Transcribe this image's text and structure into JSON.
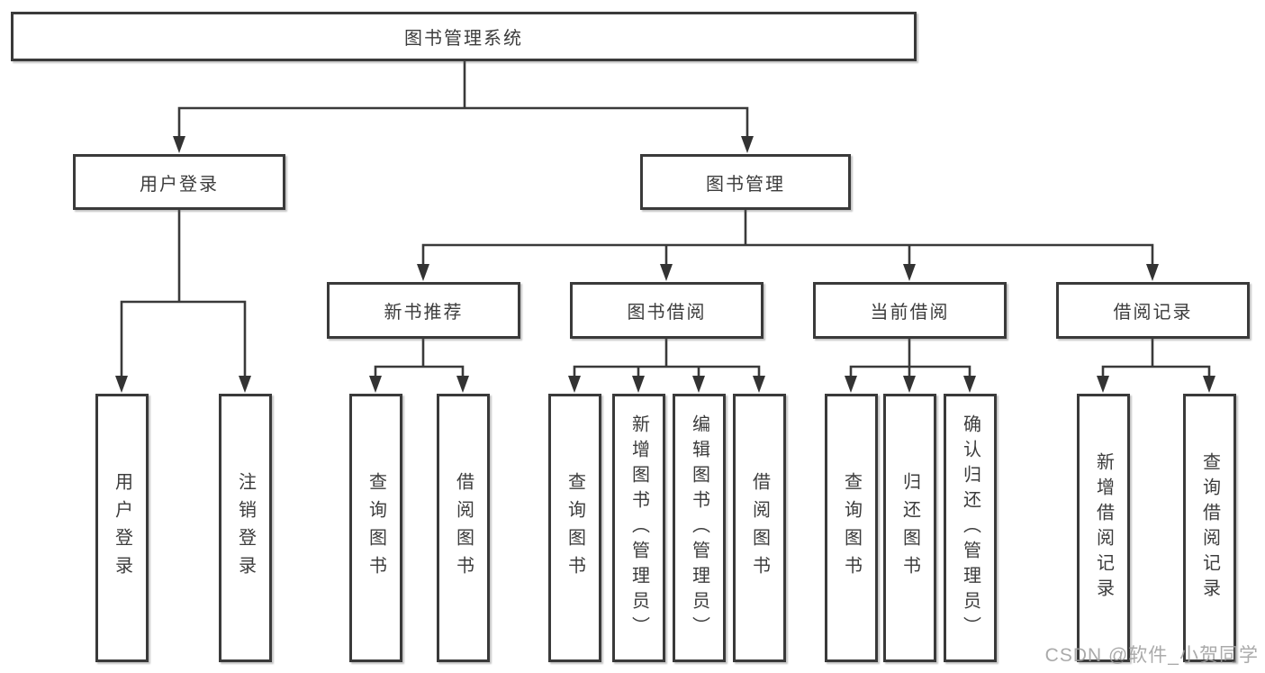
{
  "tree": {
    "root": {
      "label": "图书管理系统",
      "children": [
        {
          "label": "用户登录",
          "children": [
            {
              "label": "用户登录"
            },
            {
              "label": "注销登录"
            }
          ]
        },
        {
          "label": "图书管理",
          "children": [
            {
              "label": "新书推荐",
              "children": [
                {
                  "label": "查询图书"
                },
                {
                  "label": "借阅图书"
                }
              ]
            },
            {
              "label": "图书借阅",
              "children": [
                {
                  "label": "查询图书"
                },
                {
                  "label": "新增图书（管理员）"
                },
                {
                  "label": "编辑图书（管理员）"
                },
                {
                  "label": "借阅图书"
                }
              ]
            },
            {
              "label": "当前借阅",
              "children": [
                {
                  "label": "查询图书"
                },
                {
                  "label": "归还图书"
                },
                {
                  "label": "确认归还（管理员）"
                }
              ]
            },
            {
              "label": "借阅记录",
              "children": [
                {
                  "label": "新增借阅记录"
                },
                {
                  "label": "查询借阅记录"
                }
              ]
            }
          ]
        }
      ]
    }
  },
  "watermark": {
    "text": "CSDN @软件_小贺同学"
  },
  "colors": {
    "line": "#3a3a3a",
    "text": "#3c3c3c",
    "watermark": "#9e9e9e",
    "background": "#ffffff"
  }
}
